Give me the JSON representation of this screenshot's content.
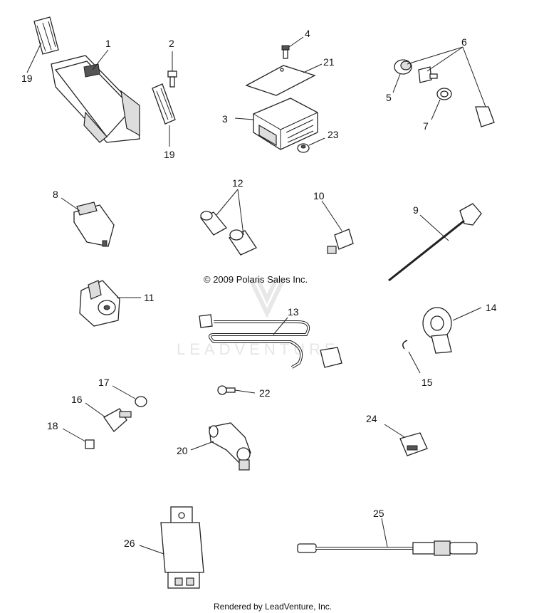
{
  "copyright": "© 2009 Polaris Sales Inc.",
  "watermark": "LEADVENTURE",
  "footer": "Rendered by LeadVenture, Inc.",
  "callouts": {
    "c1": "1",
    "c2": "2",
    "c3": "3",
    "c4": "4",
    "c5": "5",
    "c6": "6",
    "c7": "7",
    "c8": "8",
    "c9": "9",
    "c10": "10",
    "c11": "11",
    "c12": "12",
    "c13": "13",
    "c14": "14",
    "c15": "15",
    "c16": "16",
    "c17": "17",
    "c18": "18",
    "c19a": "19",
    "c19b": "19",
    "c20": "20",
    "c21": "21",
    "c22": "22",
    "c23": "23",
    "c24": "24",
    "c25": "25",
    "c26": "26"
  }
}
